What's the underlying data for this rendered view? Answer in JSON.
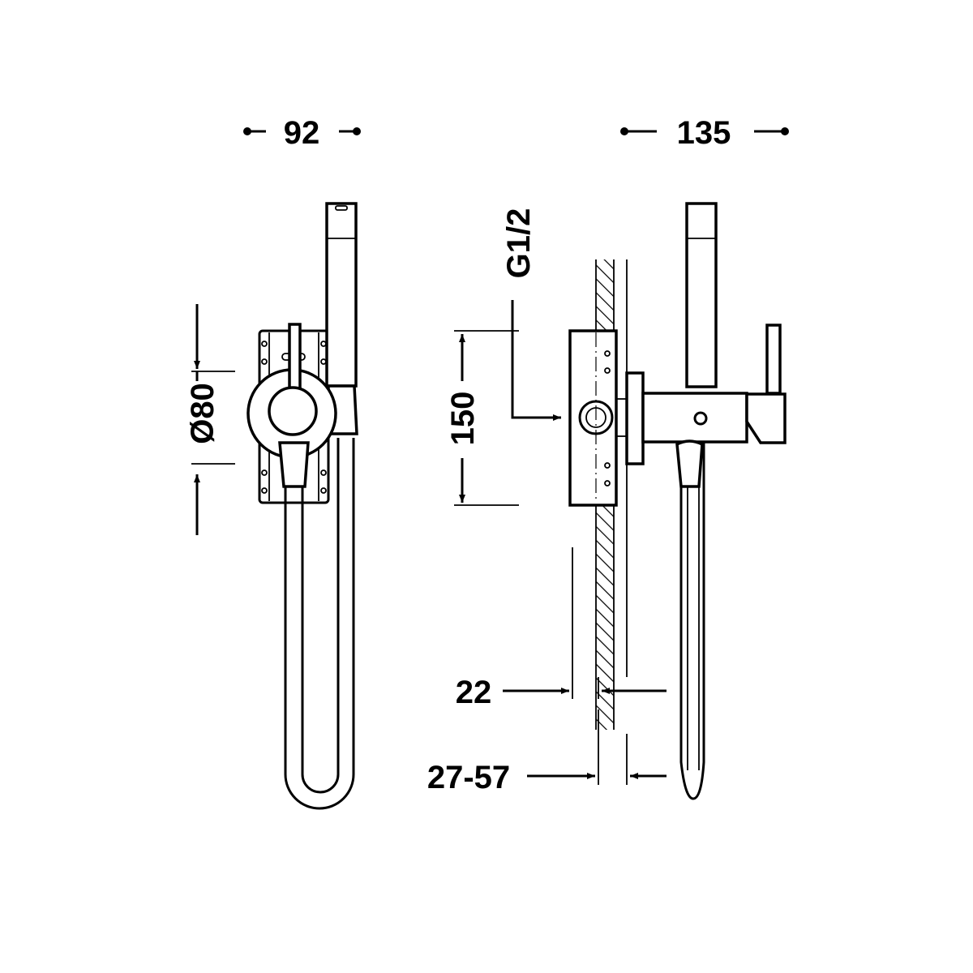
{
  "dimensions": {
    "front_width": "92",
    "side_depth": "135",
    "rosette_diameter": "Ø80",
    "thread": "G1/2",
    "box_height": "150",
    "wall_offset": "22",
    "wall_range": "27-57"
  },
  "colors": {
    "line": "#000000",
    "background": "#ffffff"
  }
}
